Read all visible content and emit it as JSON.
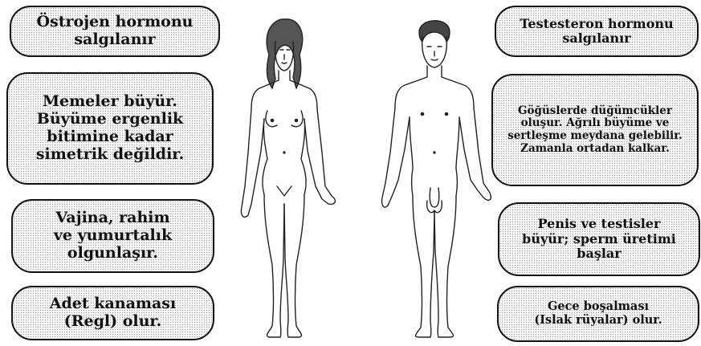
{
  "female": {
    "boxes": [
      {
        "text": "Östrojen hormonu\nsalgılanır"
      },
      {
        "text": "Memeler büyür.\nBüyüme ergenlik\nbitimine kadar\nsimetrik değildir."
      },
      {
        "text": "Vajina, rahim\nve yumurtalık\nolgunlaşır."
      },
      {
        "text": "Adet kanaması\n(Regl) olur."
      }
    ]
  },
  "male": {
    "boxes": [
      {
        "text": "Testesteron hormonu\nsalgılanır"
      },
      {
        "text": "Göğüslerde düğümcükler\noluşur. Ağrılı büyüme ve\nsertleşme meydana gelebilir.\nZamanla ortadan kalkar."
      },
      {
        "text": "Penis ve testisler\nbüyür; sperm üretimi\nbaşlar"
      },
      {
        "text": "Gece boşalması\n(Islak rüyalar) olur."
      }
    ]
  },
  "colors": {
    "border": "#111111",
    "fill": "#f4f4f4",
    "figure_stroke": "#222222"
  },
  "icons": {
    "female_figure": "female-body-outline",
    "male_figure": "male-body-outline"
  }
}
